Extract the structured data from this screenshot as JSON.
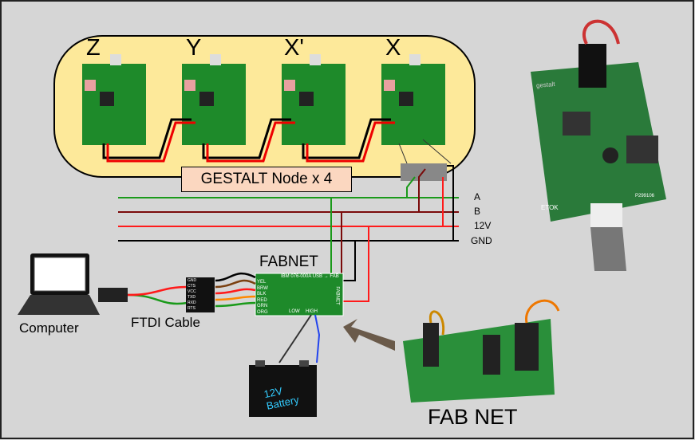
{
  "node_labels": [
    "Z",
    "Y",
    "X'",
    "X"
  ],
  "gestalt_label": "GESTALT Node x 4",
  "bus_labels": [
    "A",
    "B",
    "12V",
    "GND"
  ],
  "fabnet_title": "FABNET",
  "fabnet_board": {
    "header": "IBM 076-000A USB → FAB",
    "pins": [
      "YEL",
      "BRW",
      "BLK",
      "RED",
      "GRN",
      "ORG"
    ],
    "low": "LOW",
    "high": "HIGH",
    "side": "FABNET"
  },
  "ftdi_pins": [
    "GND",
    "CTS",
    "VCC",
    "TXD",
    "RXD",
    "RTS"
  ],
  "computer_label": "Computer",
  "ftdi_label": "FTDI Cable",
  "battery_label": "12V Battery",
  "fabnet_photo_label": "FAB NET",
  "gestalt_photo_text": [
    "gestalt",
    "ETOK",
    "P299106"
  ],
  "colors": {
    "background": "#d6d6d6",
    "node_area": "#fde99a",
    "board": "#1e8a2a",
    "label_box": "#fbd7c0",
    "bus_a": "#1a9a1a",
    "bus_b": "#7a0a0a",
    "bus_12v": "#ff1a1a",
    "bus_gnd": "#000000"
  }
}
